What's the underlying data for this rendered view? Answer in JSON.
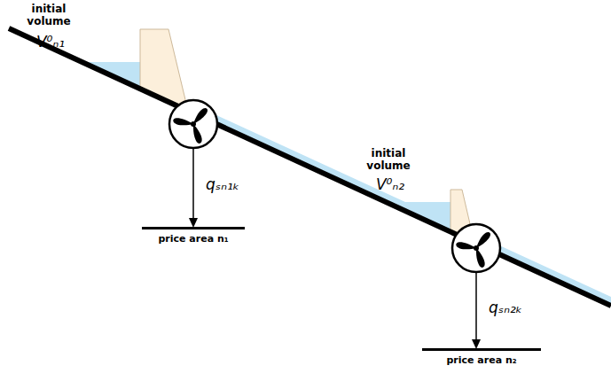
{
  "diagram": {
    "nodes": [
      {
        "text": [
          "price area n₁"
        ]
      },
      {
        "text": [
          "price area n₂"
        ]
      }
    ],
    "labels": [
      "initial volume",
      "V⁰ₙ₁",
      "qₛₙ₁ₖ",
      "initial volume",
      "V⁰ₙ₂",
      "qₛₙ₂ₖ"
    ]
  }
}
